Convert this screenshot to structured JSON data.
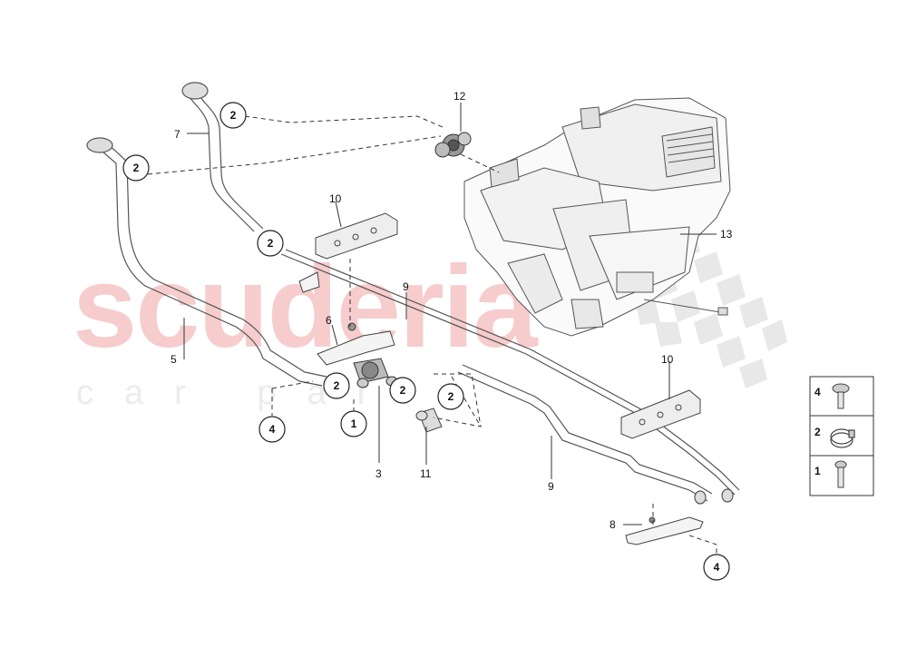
{
  "watermark": {
    "brand": "scuderia",
    "tagline": "car parts"
  },
  "part_labels": {
    "p3": "3",
    "p5": "5",
    "p6": "6",
    "p7": "7",
    "p8": "8",
    "p9a": "9",
    "p9b": "9",
    "p10a": "10",
    "p10b": "10",
    "p11": "11",
    "p12": "12",
    "p13": "13"
  },
  "callouts": {
    "c2a": "2",
    "c2b": "2",
    "c2c": "2",
    "c2d": "2",
    "c2e": "2",
    "c2f": "2",
    "c1": "1",
    "c4a": "4",
    "c4b": "4"
  },
  "legend": {
    "item1": "4",
    "item2": "2",
    "item3": "1"
  }
}
